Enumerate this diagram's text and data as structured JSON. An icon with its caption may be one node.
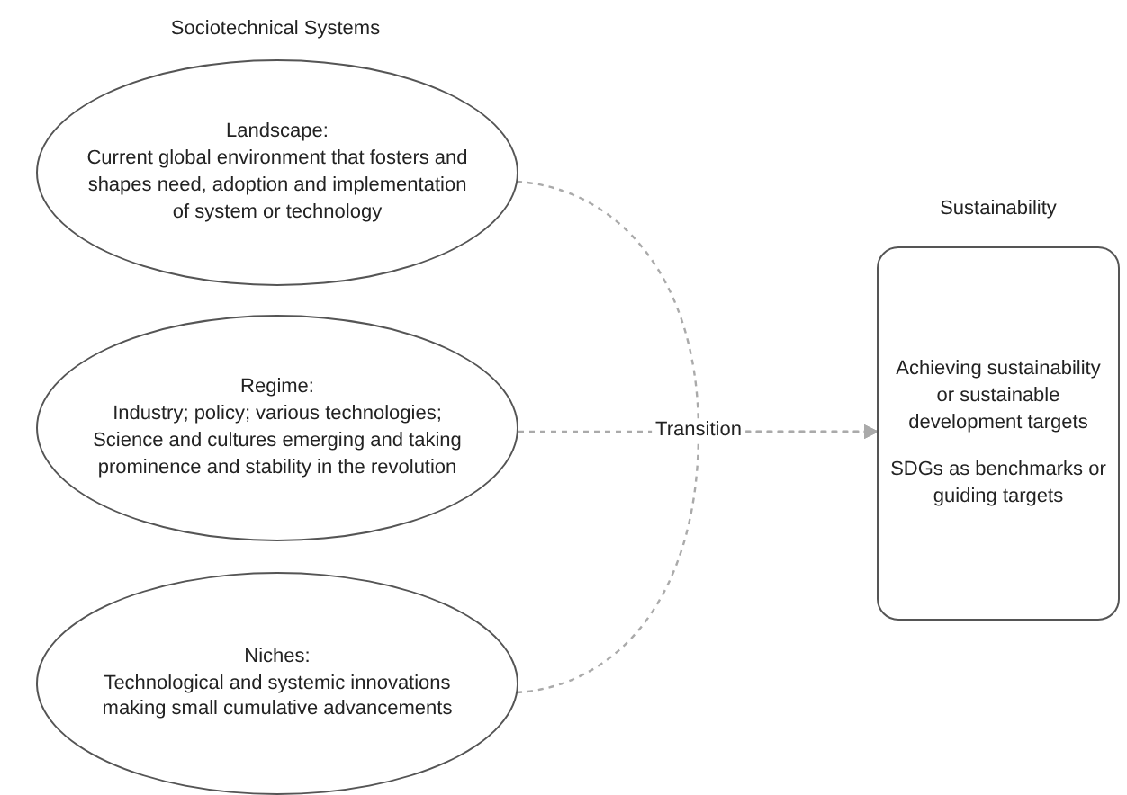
{
  "diagram": {
    "title": "Sociotechnical Systems",
    "nodes": [
      {
        "text": [
          "Landscape:",
          "Current global environment that fosters and shapes need, adoption and implementation of system or technology"
        ]
      },
      {
        "text": [
          "Regime:",
          "Industry; policy; various technologies; Science and cultures emerging and taking prominence and stability in the revolution"
        ]
      },
      {
        "text": [
          "Niches:",
          "Technological and systemic innovations making small cumulative advancements"
        ]
      },
      {
        "text": [
          "Sustainability",
          "Achieving sustainability or sustainable development targets",
          "SDGs as benchmarks or guiding targets"
        ]
      }
    ],
    "edges": [
      {
        "from": 0,
        "to": 3,
        "arrow": "to",
        "style": "dashed"
      },
      {
        "from": 1,
        "to": 3,
        "arrow": "to",
        "style": "dashed",
        "label": "Transition"
      },
      {
        "from": 2,
        "to": 3,
        "arrow": "to",
        "style": "dashed"
      }
    ]
  }
}
